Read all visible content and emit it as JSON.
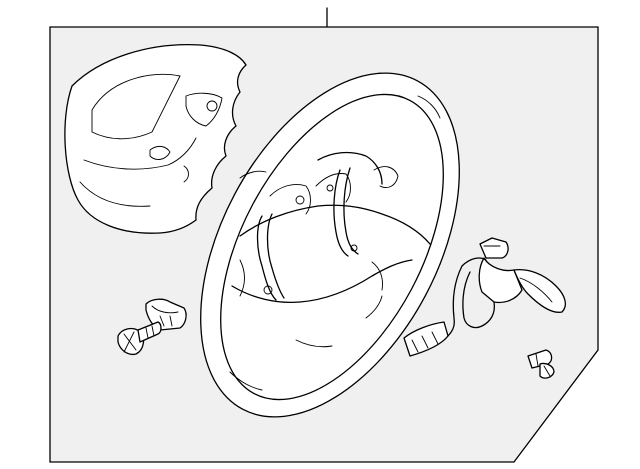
{
  "diagram": {
    "type": "exploded parts diagram",
    "colors": {
      "panel": "#f0f0f0",
      "line": "#000000",
      "part": "#ffffff"
    },
    "parts": [
      {
        "name": "airbag-cover"
      },
      {
        "name": "steering-wheel"
      },
      {
        "name": "airbag-connector-clip"
      },
      {
        "name": "mounting-bolt"
      },
      {
        "name": "switch-wiring-harness"
      },
      {
        "name": "small-screw"
      }
    ]
  }
}
